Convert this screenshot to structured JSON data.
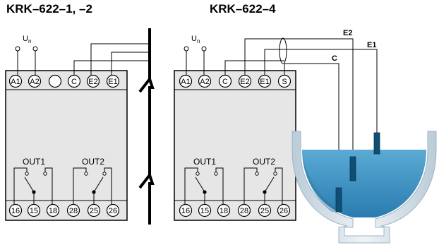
{
  "titles": {
    "left": "KRK–622–1, –2",
    "right": "KRK–622–4"
  },
  "supply_label": {
    "main": "U",
    "sub": "n"
  },
  "left_device": {
    "top_terminals": [
      "A1",
      "A2",
      "",
      "C",
      "E2",
      "E1"
    ],
    "bottom_terminals": [
      "16",
      "15",
      "18",
      "28",
      "25",
      "26"
    ],
    "outputs": [
      "OUT1",
      "OUT2"
    ]
  },
  "right_device": {
    "top_terminals": [
      "A1",
      "A2",
      "C",
      "E2",
      "E1",
      "S"
    ],
    "bottom_terminals": [
      "16",
      "15",
      "18",
      "28",
      "25",
      "26"
    ],
    "outputs": [
      "OUT1",
      "OUT2"
    ]
  },
  "probe_labels": [
    "E2",
    "E1",
    "C"
  ],
  "colors": {
    "line": "#000000",
    "housing_fill": "#e6e6e6",
    "tank_light": "#c8d8e2",
    "water": "#3d8fc0",
    "water_deep": "#1f6f9f",
    "probe": "#0f4f74"
  }
}
